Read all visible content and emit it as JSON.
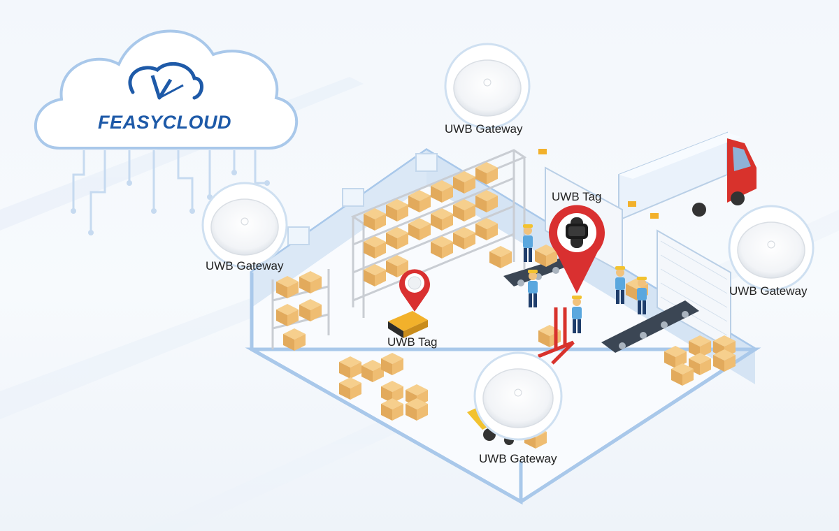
{
  "brand": {
    "name": "FEASYCLOUD",
    "color": "#1e5aa8"
  },
  "gateways": [
    {
      "label": "UWB Gateway"
    },
    {
      "label": "UWB Gateway"
    },
    {
      "label": "UWB Gateway"
    },
    {
      "label": "UWB Gateway"
    }
  ],
  "tags": [
    {
      "label": "UWB Tag",
      "kind": "wristband"
    },
    {
      "label": "UWB Tag",
      "kind": "puck"
    }
  ],
  "colors": {
    "pin": "#d93030",
    "box": "#e9b96e",
    "outline": "#a9c8ea",
    "truck_cab": "#d8322c"
  },
  "icons": [
    "cloud-icon",
    "feasycloud-logo-icon",
    "map-pin-icon",
    "wristband-icon",
    "truck-icon",
    "forklift-icon"
  ]
}
